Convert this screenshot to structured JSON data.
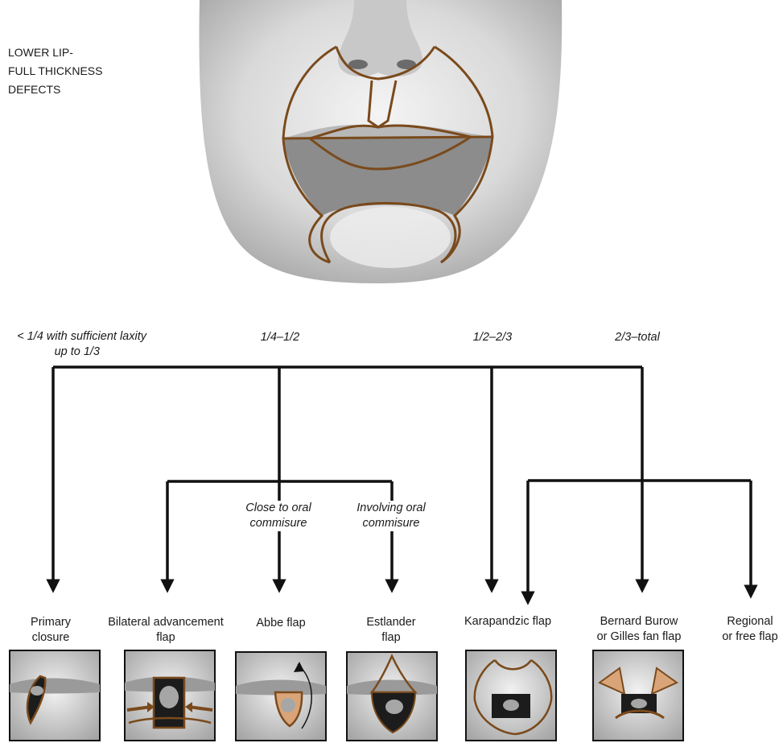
{
  "title_lines": [
    "LOWER LIP-",
    "FULL THICKNESS",
    "DEFECTS"
  ],
  "categories": {
    "c1_line1": "< 1/4 with sufficient laxity",
    "c1_line2": "up to 1/3",
    "c2": "1/4–1/2",
    "c3": "1/2–2/3",
    "c4": "2/3–total"
  },
  "sub_branches": {
    "close_line1": "Close to oral",
    "close_line2": "commisure",
    "involving_line1": "Involving oral",
    "involving_line2": "commisure"
  },
  "outcomes": {
    "primary_line1": "Primary",
    "primary_line2": "closure",
    "bilateral_line1": "Bilateral advancement",
    "bilateral_line2": "flap",
    "abbe": "Abbe flap",
    "estlander_line1": "Estlander",
    "estlander_line2": "flap",
    "karapandzic": "Karapandzic flap",
    "bernard_line1": "Bernard Burow",
    "bernard_line2": "or Gilles fan flap",
    "regional_line1": "Regional",
    "regional_line2": "or free flap"
  },
  "colors": {
    "flap_outline": "#7a4a1c",
    "defect_fill": "#8c8c8c",
    "lesion_fill": "#1c1c1c",
    "lesion_core": "#a6a6a6",
    "flap_fill": "#d9a578",
    "arrow": "#111111"
  }
}
